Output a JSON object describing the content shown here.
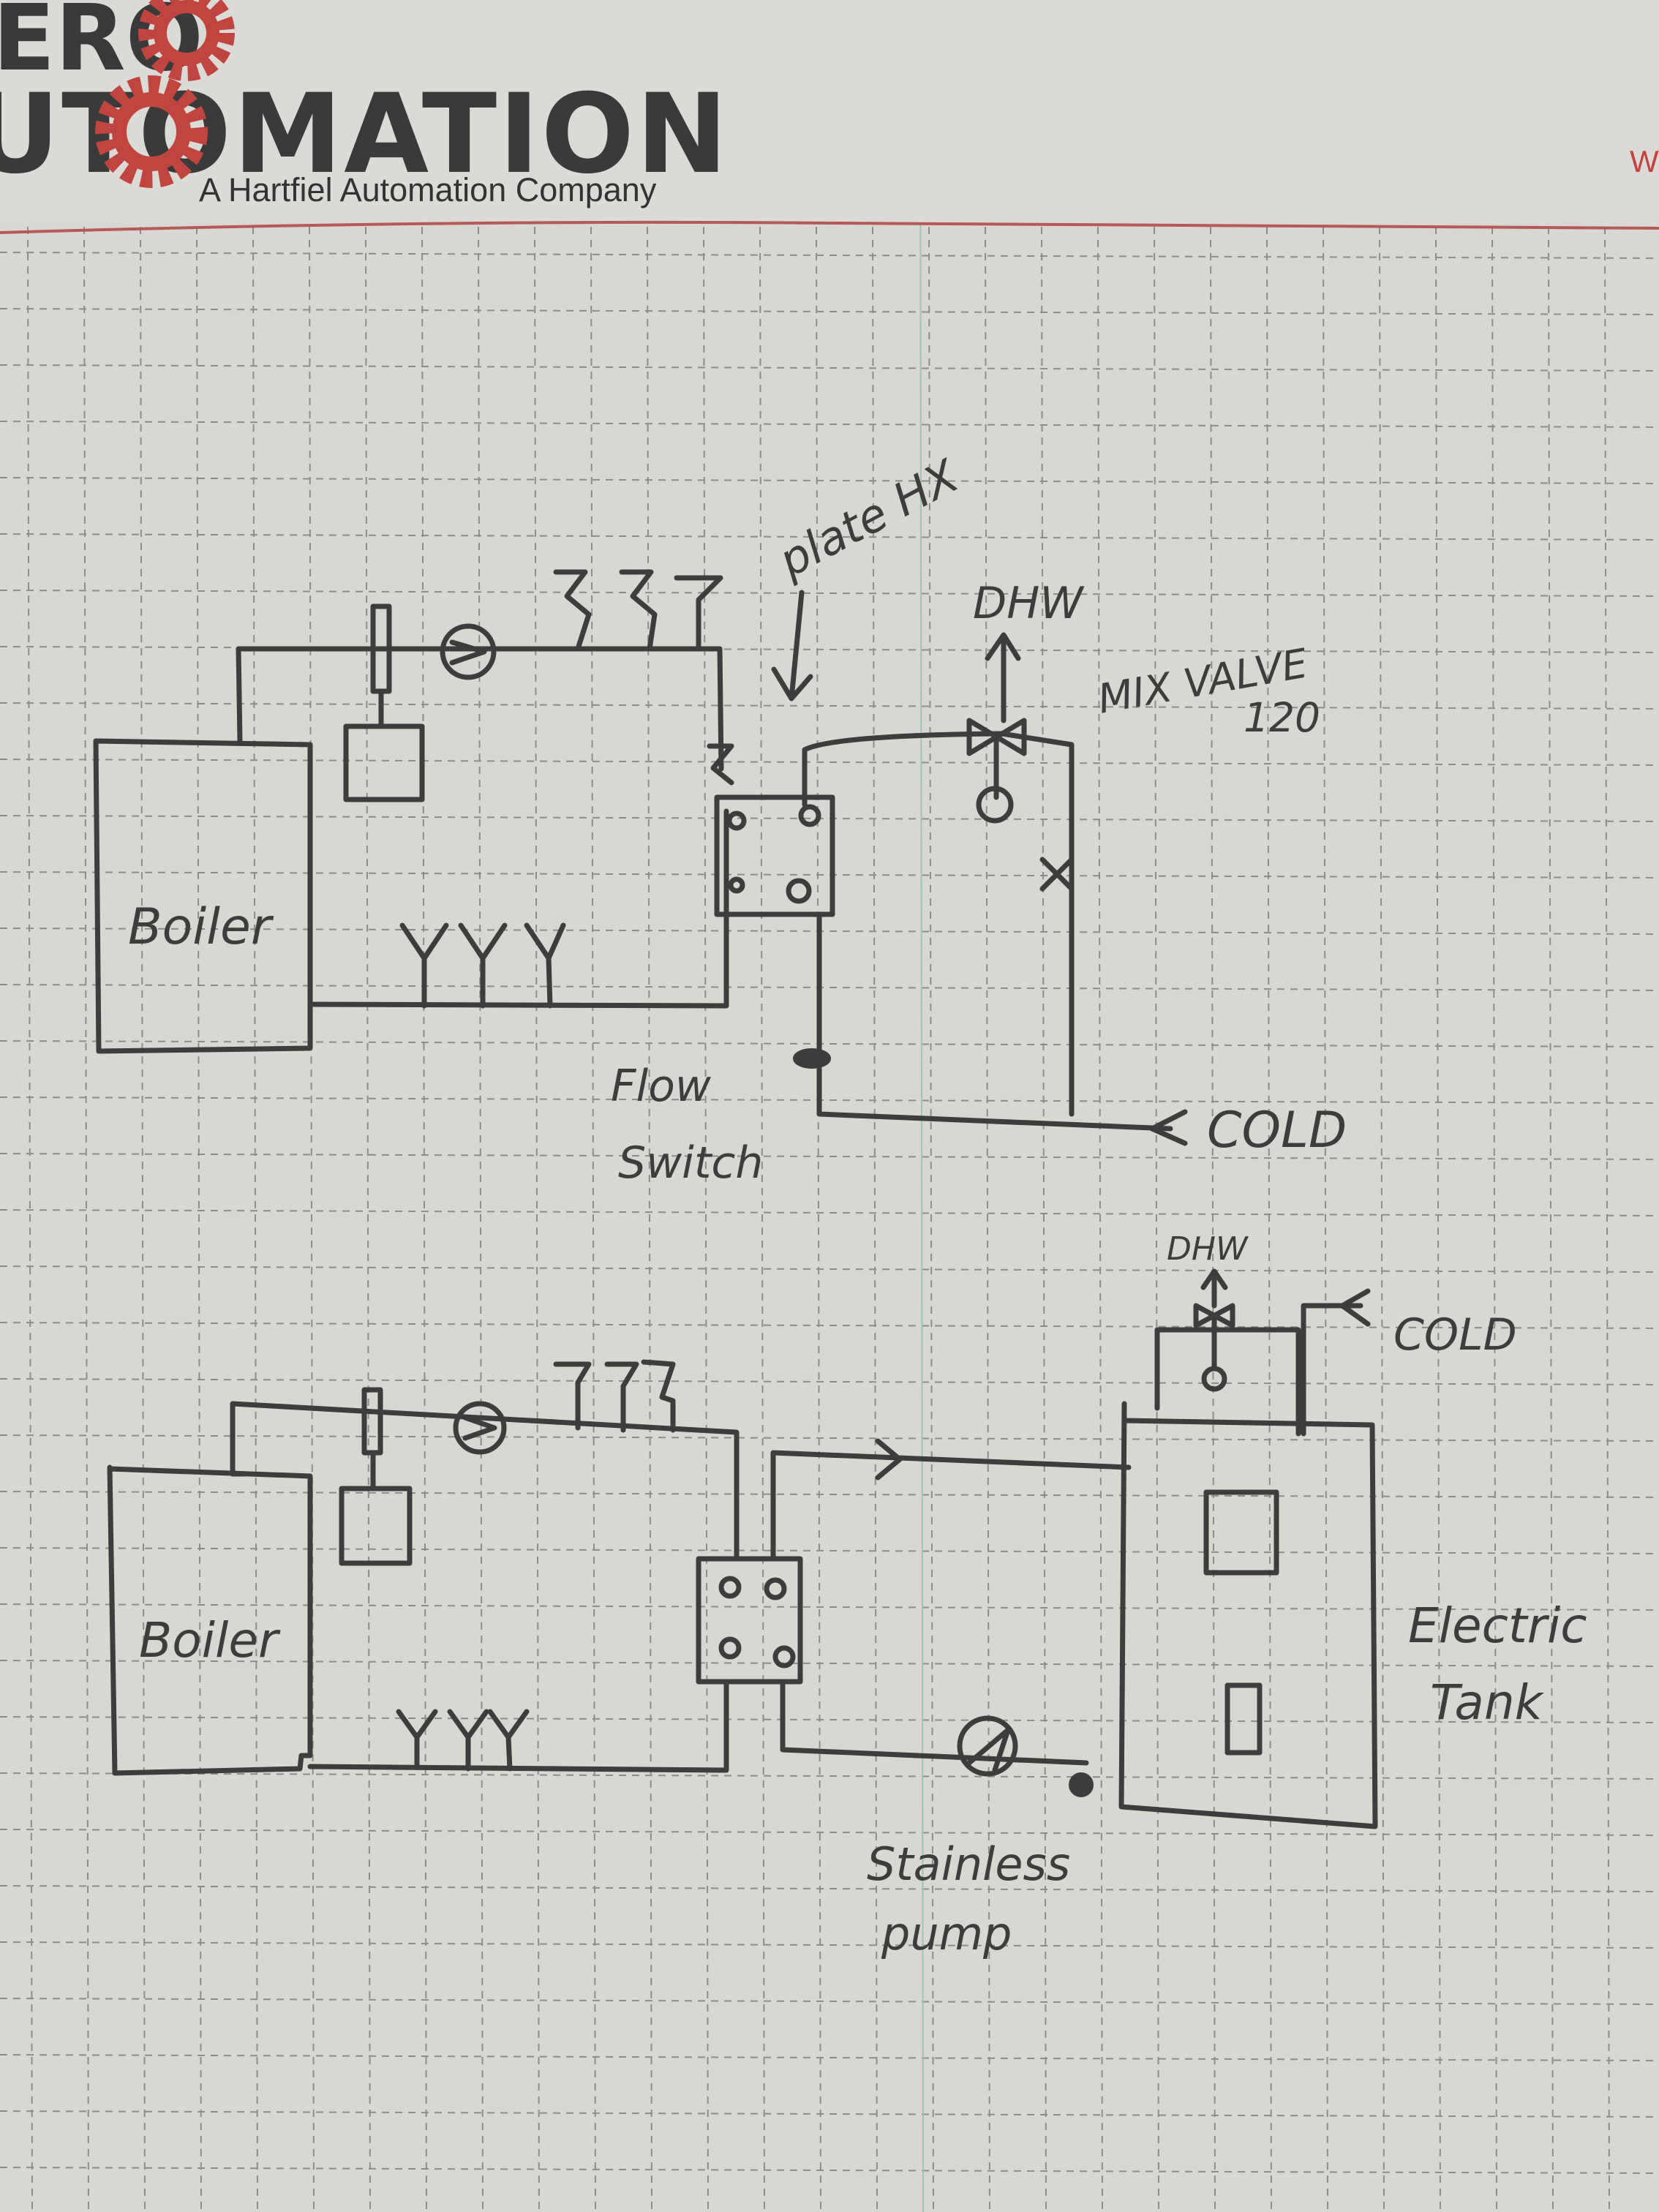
{
  "header": {
    "logo_line1": "ERO",
    "logo_line2": "UTOMATION",
    "tagline": "A Hartfiel Automation Company",
    "right_fragment": "W",
    "brand_red": "#c0443f",
    "logo_dark": "#3a3a3a"
  },
  "paper": {
    "background": "#d9d7d2",
    "grid_color": "#8d8c88",
    "ink": "#3d3d3d"
  },
  "diagram_top": {
    "boiler_label": "Boiler",
    "plate_hx_label": "plate HX",
    "dhw_label": "DHW",
    "mix_valve_label": "MIX VALVE",
    "mix_valve_setpoint": "120",
    "flow_switch_label_1": "Flow",
    "flow_switch_label_2": "Switch",
    "cold_label": "COLD"
  },
  "diagram_bottom": {
    "boiler_label": "Boiler",
    "dhw_label": "DHW",
    "cold_label": "COLD",
    "tank_label_1": "Electric",
    "tank_label_2": "Tank",
    "pump_label_1": "Stainless",
    "pump_label_2": "pump"
  }
}
